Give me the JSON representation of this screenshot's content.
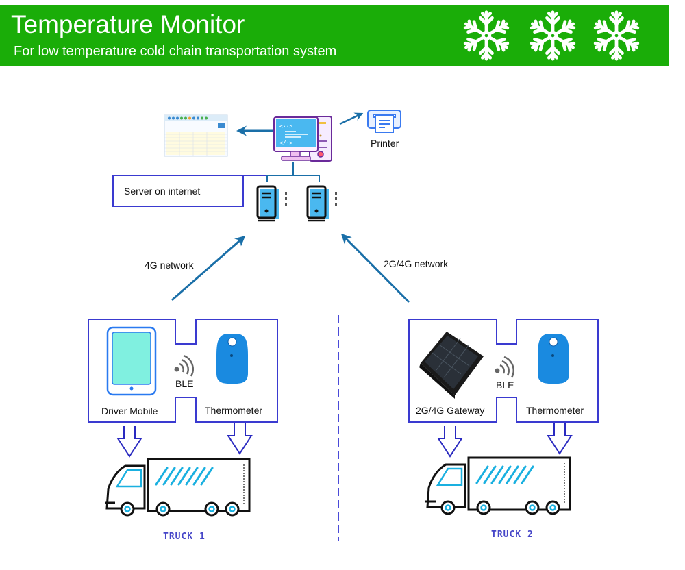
{
  "header": {
    "title": "Temperature Monitor",
    "subtitle": "For low temperature cold chain transportation system",
    "background_color": "#1aad08",
    "icons": [
      "snowflake-icon",
      "snowflake-icon",
      "snowflake-icon"
    ]
  },
  "server_section": {
    "label": "Server on internet",
    "computer_icon": "desktop-computer-icon",
    "spreadsheet_icon": "data-report-icon",
    "printer_label": "Printer",
    "printer_icon": "printer-icon",
    "servers": [
      "server-icon",
      "server-icon"
    ]
  },
  "networks": {
    "left": "4G network",
    "right": "2G/4G network"
  },
  "trucks": [
    {
      "device_label": "Driver Mobile",
      "device_icon": "tablet-icon",
      "link_label": "BLE",
      "sensor_label": "Thermometer",
      "truck_label": "TRUCK 1"
    },
    {
      "device_label": "2G/4G Gateway",
      "device_icon": "gateway-icon",
      "link_label": "BLE",
      "sensor_label": "Thermometer",
      "truck_label": "TRUCK 2"
    }
  ],
  "colors": {
    "arrow": "#1a6fa8",
    "outline": "#3a3ad0",
    "accent_cyan": "#1ab0e0"
  }
}
